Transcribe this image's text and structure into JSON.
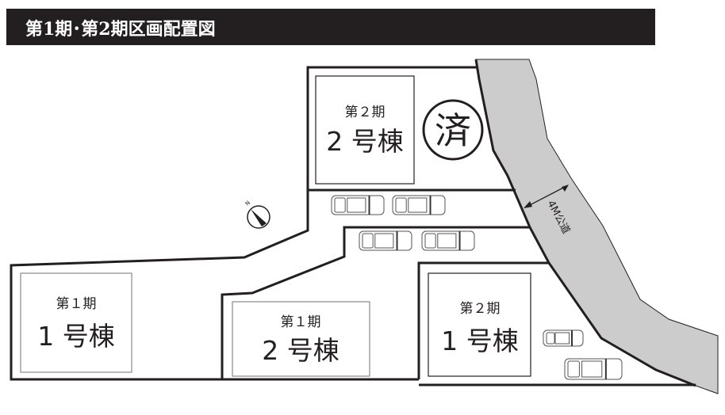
{
  "header": {
    "title": "第1期･第2期区画配置図"
  },
  "road": {
    "label": "4M公道",
    "fill": "#cccccc"
  },
  "stamp": {
    "label": "済"
  },
  "compass": {
    "label": "N"
  },
  "lots": [
    {
      "phase": "第１期",
      "building": "1 号棟"
    },
    {
      "phase": "第１期",
      "building": "2 号棟"
    },
    {
      "phase": "第２期",
      "building": "1 号棟"
    },
    {
      "phase": "第２期",
      "building": "2 号棟",
      "status": "済"
    }
  ]
}
